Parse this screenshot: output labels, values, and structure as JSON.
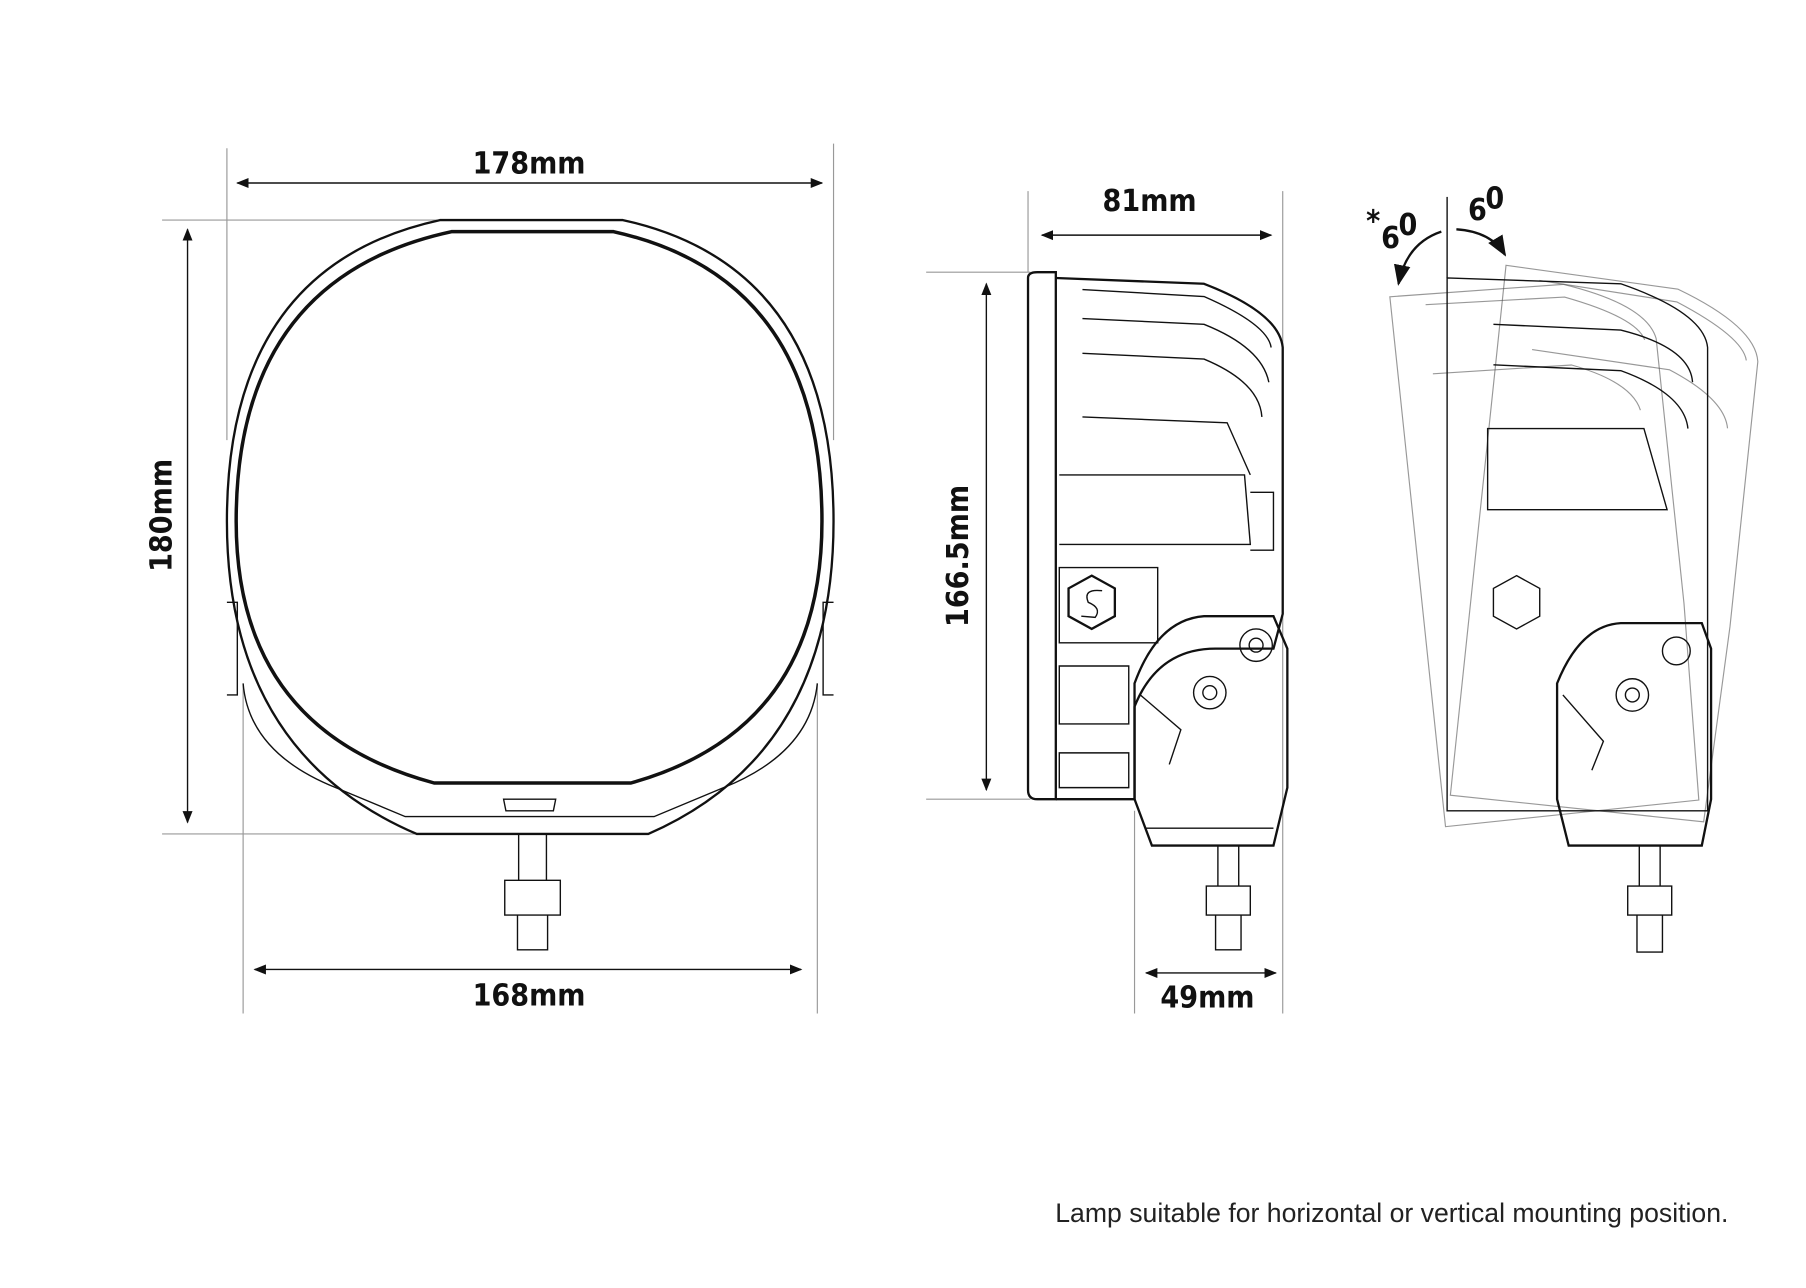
{
  "dimensions": {
    "front_width_top": "178mm",
    "front_height": "180mm",
    "front_width_bottom": "168mm",
    "side_depth": "81mm",
    "side_height": "166.5mm",
    "bracket_depth": "49mm"
  },
  "tilt": {
    "back_angle": "6",
    "back_prefix": "*",
    "forward_angle": "6",
    "degree_symbol": "0"
  },
  "note": "Lamp suitable for horizontal or vertical mounting position."
}
